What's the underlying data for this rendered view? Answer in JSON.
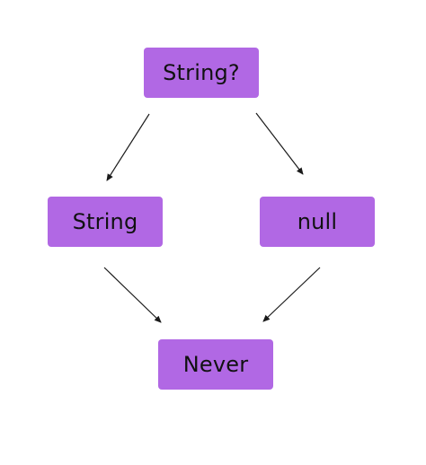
{
  "colors": {
    "node_fill": "#b168e4",
    "edge_stroke": "#1a1a1a",
    "label_color": "#111111"
  },
  "nodes": {
    "top": {
      "label": "String?"
    },
    "left": {
      "label": "String"
    },
    "right": {
      "label": "null"
    },
    "bottom": {
      "label": "Never"
    }
  },
  "edges": [
    {
      "from": "top",
      "to": "left"
    },
    {
      "from": "top",
      "to": "right"
    },
    {
      "from": "left",
      "to": "bottom"
    },
    {
      "from": "right",
      "to": "bottom"
    }
  ]
}
